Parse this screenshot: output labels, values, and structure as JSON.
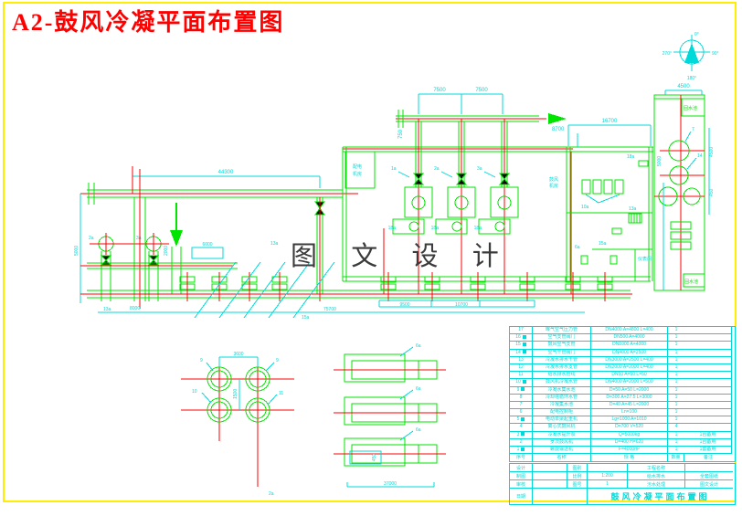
{
  "page_title": "A2-鼓风冷凝平面布置图",
  "watermark": "图 文 设 计",
  "colors": {
    "green": "#00e400",
    "cyan": "#00d9d9",
    "red": "#ff0000",
    "yellow": "#ffee00",
    "ink": "#3b3b3b",
    "title-red": "#ff0000"
  },
  "compass": {
    "n0": "0°",
    "e90": "90°",
    "s180": "180°",
    "w270": "270°"
  },
  "plan_labels": {
    "dim_44300": "44300",
    "dim_7500_a": "7500",
    "dim_7500_b": "7500",
    "dim_750": "750",
    "dim_8700": "8700",
    "dim_16700": "16700",
    "dim_4500_top": "4500",
    "dim_5000_tower": "5000",
    "dim_4500_tower": "4500",
    "dim_450_tower": "450",
    "dim_5000_left": "5000",
    "dim_2000_pump": "2000",
    "dim_6000_pump": "6000",
    "dim_8000_pump": "8000",
    "dim_9500": "9500",
    "dim_10700": "10700",
    "dim_75700": "75700",
    "dim_3600": "3600",
    "dim_1500": "1500",
    "dim_37000": "37000",
    "dim_450_detail": "450",
    "leader_1a": "1a",
    "leader_2a": "2a",
    "leader_3a": "3a",
    "pump_2a": "2a",
    "pump_3a": "3a",
    "unit_18a_1": "18a",
    "unit_18a_2": "18a",
    "unit_18a_3": "18a",
    "mr_10a": "10a",
    "mr_18a": "18a",
    "mr_13a": "13a",
    "mr_6a": "6a",
    "mr_15a": "15a",
    "tower_7": "7",
    "tower_14": "14",
    "det_9a": "9",
    "det_9b": "9",
    "det_10": "10",
    "det_11": "11",
    "det_2a": "2a",
    "du_6a_1": "6a",
    "du_6a_2": "6a",
    "du_6a_3": "6a",
    "hdr_13a": "13a",
    "hdr_13b": "13a",
    "hdr_15a": "15a",
    "room_blower_1": "鼓风",
    "room_blower_2": "机房",
    "room_aux_1": "配电",
    "room_aux_2": "机房",
    "room_meter": "仪表间",
    "pool_top": "回水池",
    "pool_bottom": "回水池"
  },
  "bom": {
    "headers": {
      "no": "序号",
      "name": "名称",
      "spec": "规 格",
      "qty": "数量",
      "note": "备注"
    },
    "rows": [
      {
        "no": "17",
        "marker": false,
        "name": "曝气空气压力管",
        "spec": "DN4000 A=4800 L=400",
        "qty": "1",
        "note": ""
      },
      {
        "no": "16",
        "marker": true,
        "name": "空气支管阀门",
        "spec": "DN500 A=4000",
        "qty": "1",
        "note": ""
      },
      {
        "no": "15",
        "marker": true,
        "name": "鼓风空气支管",
        "spec": "DN1000 A=4000",
        "qty": "1",
        "note": ""
      },
      {
        "no": "14",
        "marker": true,
        "name": "空气干管阀门",
        "spec": "DN4000 A=2500",
        "qty": "1",
        "note": ""
      },
      {
        "no": "13",
        "marker": false,
        "name": "冷凝水排水干管",
        "spec": "DN3000 A=2500 L=400",
        "qty": "1",
        "note": ""
      },
      {
        "no": "12",
        "marker": false,
        "name": "冷凝水排水支管",
        "spec": "DN2000 A=2000 L=400",
        "qty": "1",
        "note": ""
      },
      {
        "no": "11",
        "marker": false,
        "name": "给水排水管线",
        "spec": "DN50 A=50 L=50",
        "qty": "1",
        "note": ""
      },
      {
        "no": "10",
        "marker": true,
        "name": "鼓风机冷凝水管",
        "spec": "DN4000 A=2000 L=500",
        "qty": "1",
        "note": ""
      },
      {
        "no": "9",
        "marker": true,
        "name": "冷凝水集水池",
        "spec": "D=50 A=50 L=2000",
        "qty": "1",
        "note": ""
      },
      {
        "no": "8",
        "marker": false,
        "name": "冷却塔循环水管",
        "spec": "D=300 A=27.5 L=3000",
        "qty": "1",
        "note": ""
      },
      {
        "no": "7",
        "marker": false,
        "name": "冷凝集水池",
        "spec": "D=40 A=45 L=2000",
        "qty": "1",
        "note": ""
      },
      {
        "no": "6",
        "marker": false,
        "name": "配电控制柜",
        "spec": "Ln=100",
        "qty": "1",
        "note": ""
      },
      {
        "no": "5",
        "marker": true,
        "name": "电动单梁起重机",
        "spec": "Lg=1000 A=1010",
        "qty": "1",
        "note": ""
      },
      {
        "no": "4",
        "marker": false,
        "name": "离心式鼓风机",
        "spec": "D=700 V=520",
        "qty": "4",
        "note": ""
      },
      {
        "no": "3",
        "marker": true,
        "name": "冷凝水提升泵",
        "spec": "Q=5000kg",
        "qty": "1",
        "note": "1台备用"
      },
      {
        "no": "2",
        "marker": false,
        "name": "罗茨鼓风机",
        "spec": "D=400 H=620",
        "qty": "1",
        "note": "1台备用"
      },
      {
        "no": "1",
        "marker": true,
        "name": "螺旋输送机",
        "spec": "F=4000m²",
        "qty": "1",
        "note": "1套备用"
      }
    ]
  },
  "title_block": {
    "left_rows": [
      "设计",
      "制图",
      "审核"
    ],
    "date_label": "日期",
    "mid_rows": [
      {
        "label": "图别",
        "value": ""
      },
      {
        "label": "比例",
        "value": "1:200"
      },
      {
        "label": "图号",
        "value": "1"
      }
    ],
    "right_rows": [
      {
        "a": "工程名称",
        "b": ""
      },
      {
        "a": "给水排水",
        "b": "全套图纸"
      },
      {
        "a": "污水处理",
        "b": "图文设计"
      }
    ],
    "drawing_title": "鼓风冷凝平面布置图"
  }
}
